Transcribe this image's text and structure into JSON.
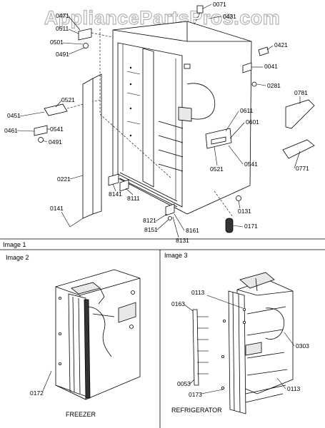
{
  "watermark": "AppliancePartsPros.com",
  "panel1": {
    "title": "Image 1",
    "callouts": {
      "p0071": "0071",
      "p0471": "0471",
      "p0431": "0431",
      "p0511": "0511",
      "p0501": "0501",
      "p0491a": "0491",
      "p0421": "0421",
      "p0041": "0041",
      "p0281": "0281",
      "p0781": "0781",
      "p0521a": "0521",
      "p0451": "0451",
      "p0541a": "0541",
      "p0461": "0461",
      "p0491b": "0491",
      "p0611": "0611",
      "p0601": "0601",
      "p0521b": "0521",
      "p0541b": "0541",
      "p0771": "0771",
      "p0221": "0221",
      "p8141": "8141",
      "p8111": "8111",
      "p0141": "0141",
      "p0131": "0131",
      "p8121": "8121",
      "p8151": "8151",
      "p8161": "8161",
      "p8131": "8131",
      "p0171": "0171"
    }
  },
  "panel2": {
    "title": "Image 2",
    "callouts": {
      "p0172": "0172"
    },
    "caption": "FREEZER"
  },
  "panel3": {
    "title": "Image 3",
    "callouts": {
      "p0163": "0163",
      "p0113a": "0113",
      "p0303": "0303",
      "p0053": "0053",
      "p0173": "0173",
      "p0113b": "0113"
    },
    "caption": "REFRIGERATOR"
  }
}
